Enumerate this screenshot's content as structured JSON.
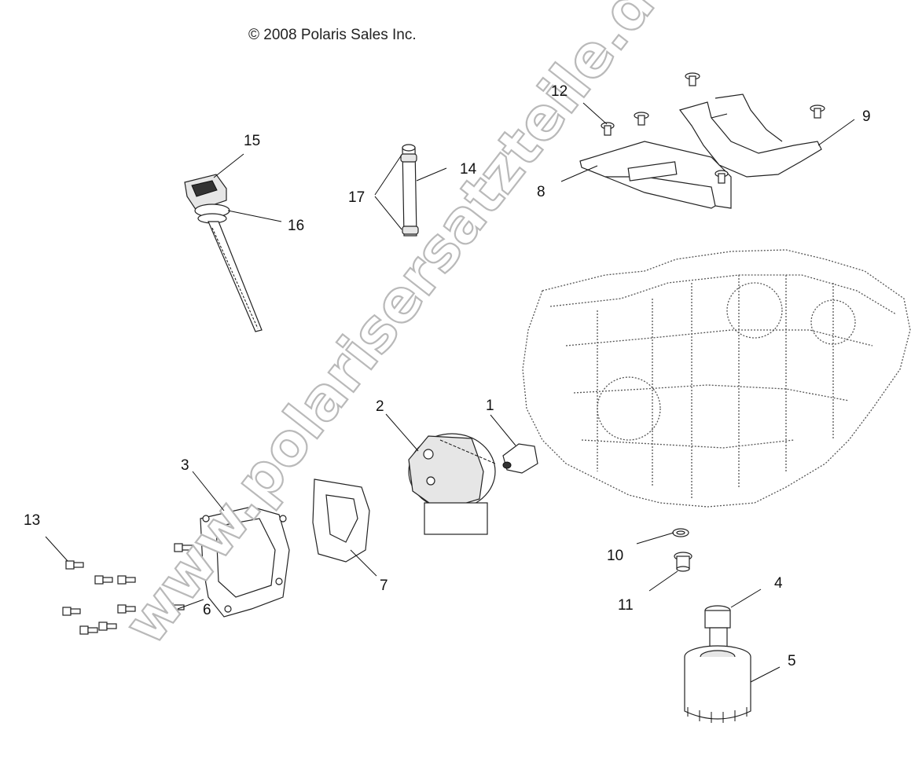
{
  "copyright": "© 2008 Polaris Sales Inc.",
  "watermark": "www.polarisersatzteile.de",
  "callouts": [
    "1",
    "2",
    "3",
    "4",
    "5",
    "6",
    "7",
    "8",
    "9",
    "10",
    "11",
    "12",
    "13",
    "14",
    "15",
    "16",
    "17"
  ],
  "colors": {
    "line": "#111111",
    "watermark_outline": "#b9b9b9",
    "background": "#ffffff"
  }
}
